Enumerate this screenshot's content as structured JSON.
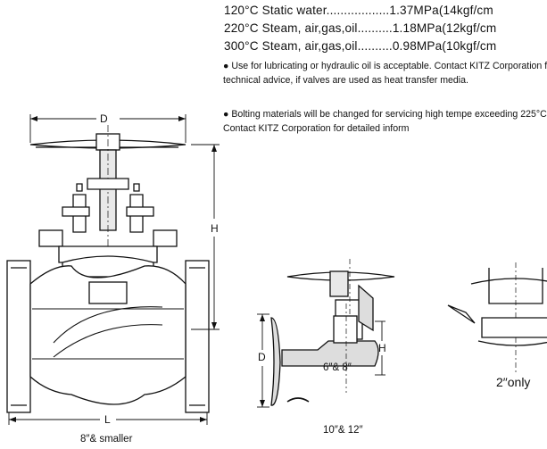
{
  "ratings": [
    "120°C Static water..................1.37MPa(14kgf/cm",
    "220°C Steam, air,gas,oil..........1.18MPa(12kgf/cm",
    "300°C Steam, air,gas,oil..........0.98MPa(10kgf/cm"
  ],
  "notes": [
    "●  Use for lubricating or hydraulic oil is acceptable. Contact KITZ Corporation for technical advice, if valves are used as heat transfer media.",
    "●  Bolting materials will be changed for servicing high tempe exceeding 225°C. Contact KITZ Corporation for detailed inform"
  ],
  "dimension_labels": {
    "d": "D",
    "h": "H",
    "l": "L"
  },
  "captions": {
    "main": "8″& smaller",
    "gear_top": "6″& 8″",
    "gear_side": "10″& 12″",
    "detail": "2″only"
  }
}
